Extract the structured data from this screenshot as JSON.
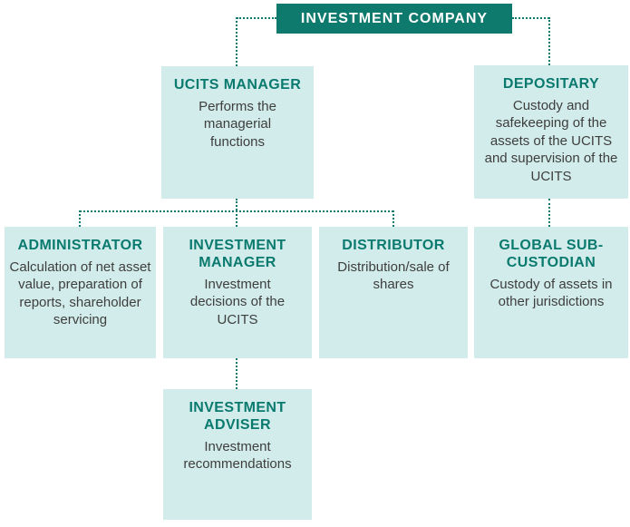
{
  "palette": {
    "dark_teal": "#0e7a6e",
    "light_teal": "#d2eceb",
    "title_text": "#0a7a6f",
    "body_text": "#3e3e3d",
    "connector_line": "#0e7a6e",
    "root_text": "#ffffff"
  },
  "chart": {
    "type": "org-diagram",
    "root": {
      "title": "INVESTMENT COMPANY"
    },
    "nodes": {
      "ucits_manager": {
        "title": "UCITS MANAGER",
        "body": "Performs the managerial functions"
      },
      "depositary": {
        "title": "DEPOSITARY",
        "body": "Custody and safekeeping of the assets of the UCITS and supervision of the UCITS"
      },
      "administrator": {
        "title": "ADMINISTRATOR",
        "body": "Calculation of net asset value, preparation of reports, shareholder servicing"
      },
      "investment_manager": {
        "title": "INVESTMENT MANAGER",
        "body": "Investment decisions of the UCITS"
      },
      "distributor": {
        "title": "DISTRIBUTOR",
        "body": "Distribution/sale of shares"
      },
      "global_sub_custodian": {
        "title": "GLOBAL SUB-CUSTODIAN",
        "body": "Custody of assets in other jurisdictions"
      },
      "investment_adviser": {
        "title": "INVESTMENT ADVISER",
        "body": "Investment recommendations"
      }
    },
    "edges": [
      {
        "from": "investment_company",
        "to": "ucits_manager",
        "style": "dotted"
      },
      {
        "from": "investment_company",
        "to": "depositary",
        "style": "dotted"
      },
      {
        "from": "ucits_manager",
        "to": "administrator",
        "style": "dotted"
      },
      {
        "from": "ucits_manager",
        "to": "investment_manager",
        "style": "dotted"
      },
      {
        "from": "ucits_manager",
        "to": "distributor",
        "style": "dotted"
      },
      {
        "from": "depositary",
        "to": "global_sub_custodian",
        "style": "dotted"
      },
      {
        "from": "investment_manager",
        "to": "investment_adviser",
        "style": "dotted"
      }
    ]
  }
}
